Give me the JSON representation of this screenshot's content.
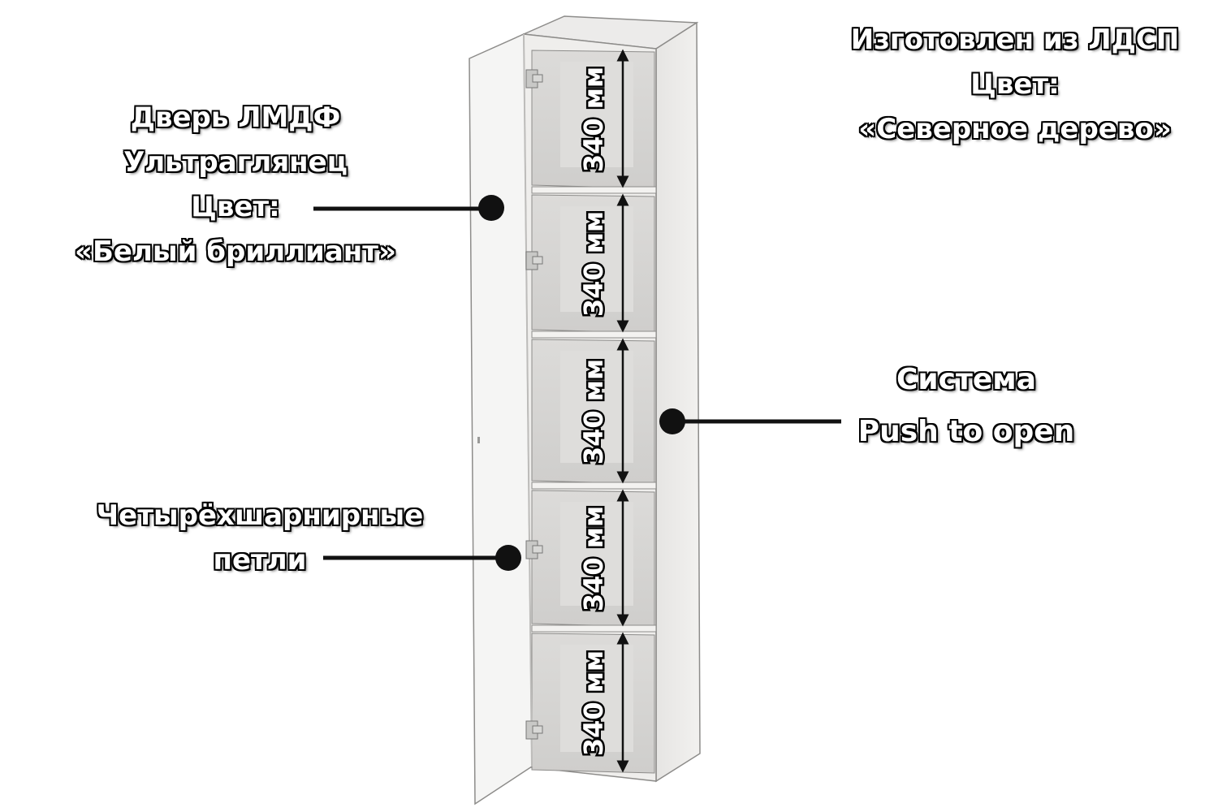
{
  "callouts": {
    "door": [
      "Дверь ЛМДФ",
      "Ультраглянец",
      "Цвет:",
      "«Белый бриллиант»"
    ],
    "hinges": [
      "Четырёхшарнирные",
      "петли"
    ],
    "material": [
      "Изготовлен из ЛДСП",
      "Цвет:",
      "«Северное дерево»"
    ],
    "push": [
      "Система",
      "Push to open"
    ]
  },
  "shelf_dimensions": [
    "340 мм",
    "340 мм",
    "340 мм",
    "340 мм",
    "340 мм"
  ],
  "colors": {
    "cabinet_body": "#e9e8e6",
    "cabinet_interior": "#d4d3d1",
    "door": "#f4f4f3",
    "annotation": "#111111"
  }
}
